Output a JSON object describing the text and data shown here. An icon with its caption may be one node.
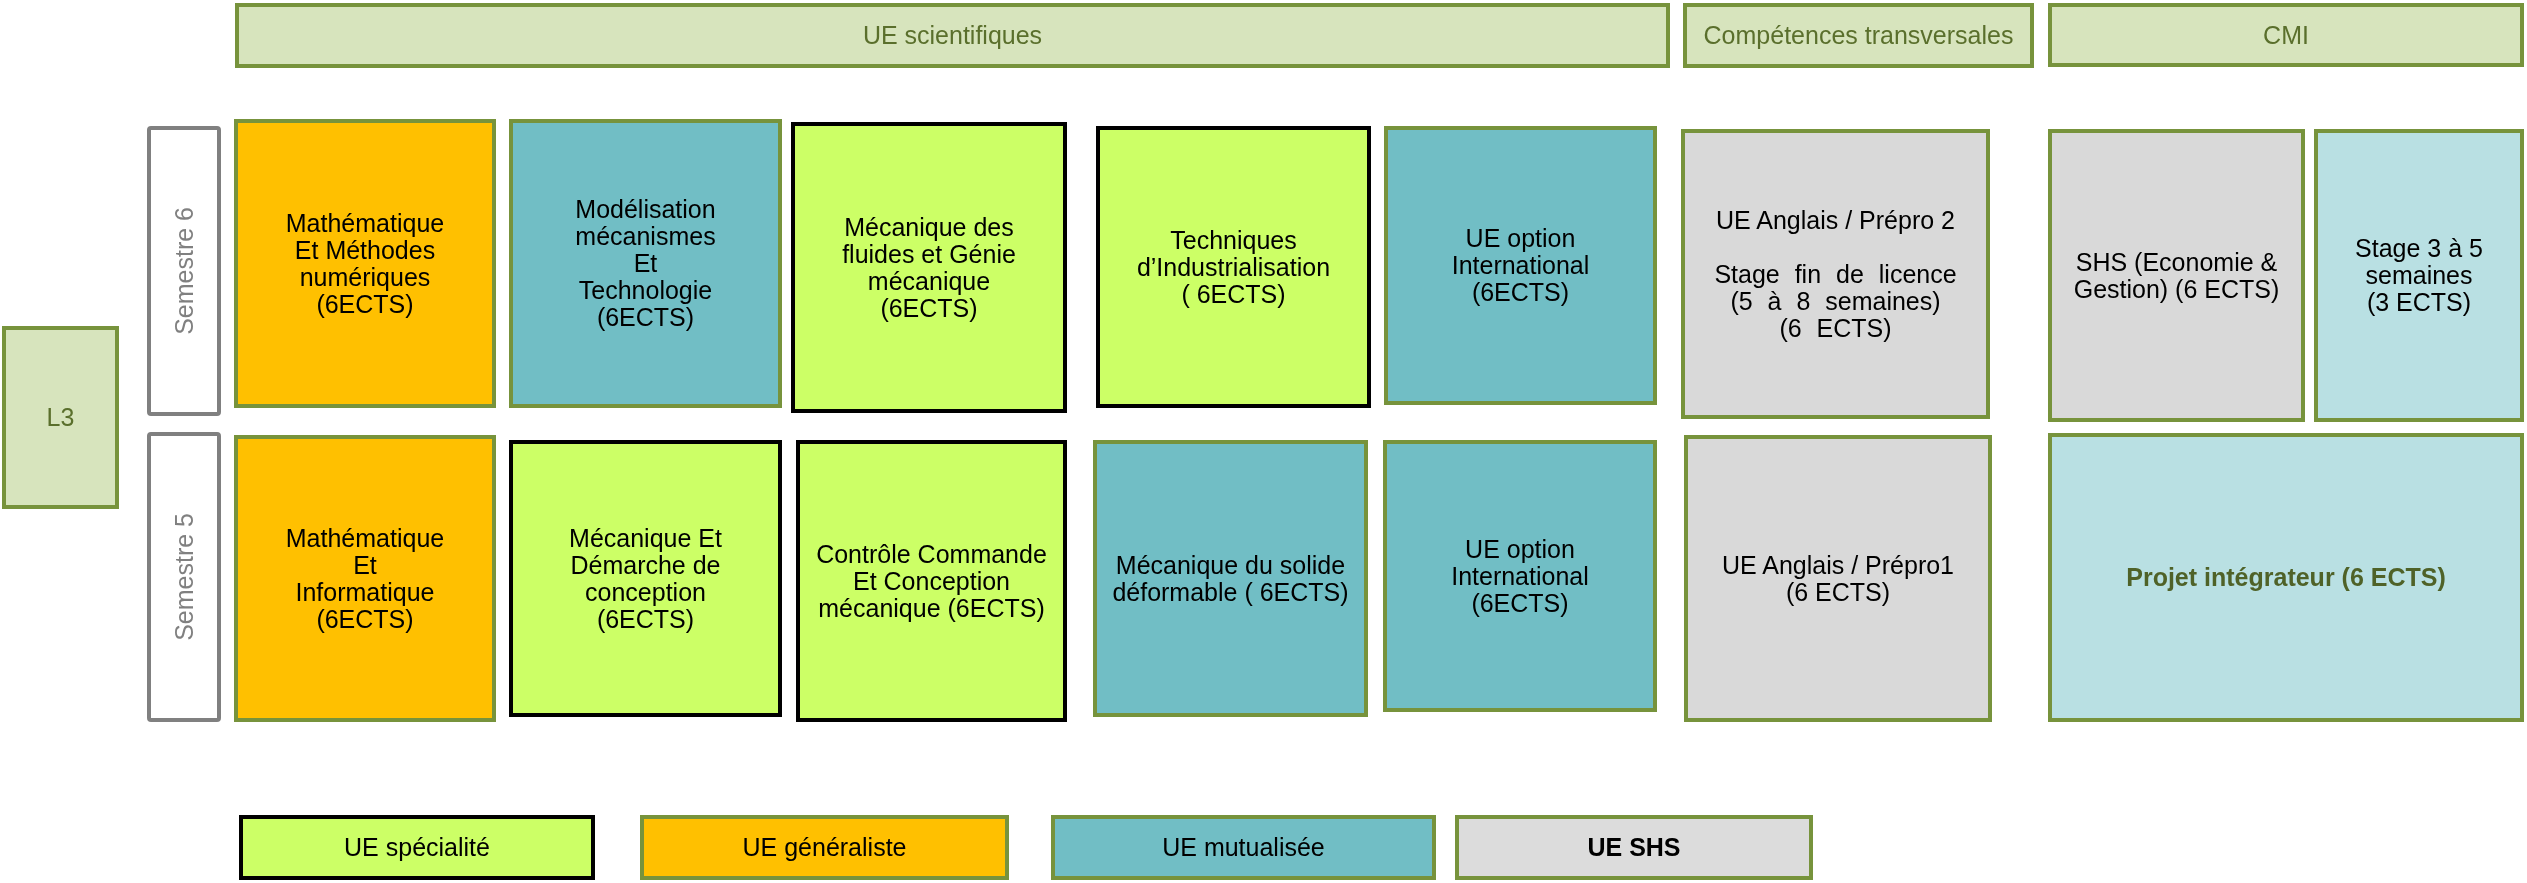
{
  "diagram": {
    "nodes": [
      {
        "text": [
          "UE scientifiques"
        ]
      },
      {
        "text": [
          "Compétences transversales"
        ]
      },
      {
        "text": [
          "CMI"
        ]
      },
      {
        "text": [
          "L3"
        ]
      },
      {
        "text": [
          "Semestre 6"
        ]
      },
      {
        "text": [
          "Mathématique Et Méthodes numériques (6ECTS)"
        ]
      },
      {
        "text": [
          "Modélisation mécanismes Et Technologie (6ECTS)"
        ]
      },
      {
        "text": [
          "Mécanique des fluides et Génie mécanique (6ECTS)"
        ]
      },
      {
        "text": [
          "Techniques d’Industrialisation ( 6ECTS)"
        ]
      },
      {
        "text": [
          "UE option International (6ECTS)"
        ]
      },
      {
        "text": [
          "UE Anglais / Prépro 2",
          "Stage fin de licence (5 à 8 semaines) (6 ECTS)"
        ]
      },
      {
        "text": [
          "SHS (Economie & Gestion) (6 ECTS)"
        ]
      },
      {
        "text": [
          "Stage 3 à 5 semaines (3 ECTS)"
        ]
      },
      {
        "text": [
          "Semestre 5"
        ]
      },
      {
        "text": [
          "Mathématique Et Informatique (6ECTS)"
        ]
      },
      {
        "text": [
          "Mécanique Et Démarche de conception (6ECTS)"
        ]
      },
      {
        "text": [
          "Contrôle Commande Et Conception mécanique (6ECTS)"
        ]
      },
      {
        "text": [
          "Mécanique du solide déformable ( 6ECTS)"
        ]
      },
      {
        "text": [
          "UE option International (6ECTS)"
        ]
      },
      {
        "text": [
          "UE Anglais / Prépro1 (6 ECTS)"
        ]
      },
      {
        "text": [
          "Projet intégrateur (6 ECTS)"
        ]
      }
    ],
    "legend": [
      {
        "text": "UE spécialité",
        "color": "#ccff66"
      },
      {
        "text": "UE généraliste",
        "color": "#ffc000"
      },
      {
        "text": "UE mutualisée",
        "color": "#71bec5"
      },
      {
        "text": "UE SHS",
        "color": "#dcdcdc"
      }
    ]
  }
}
